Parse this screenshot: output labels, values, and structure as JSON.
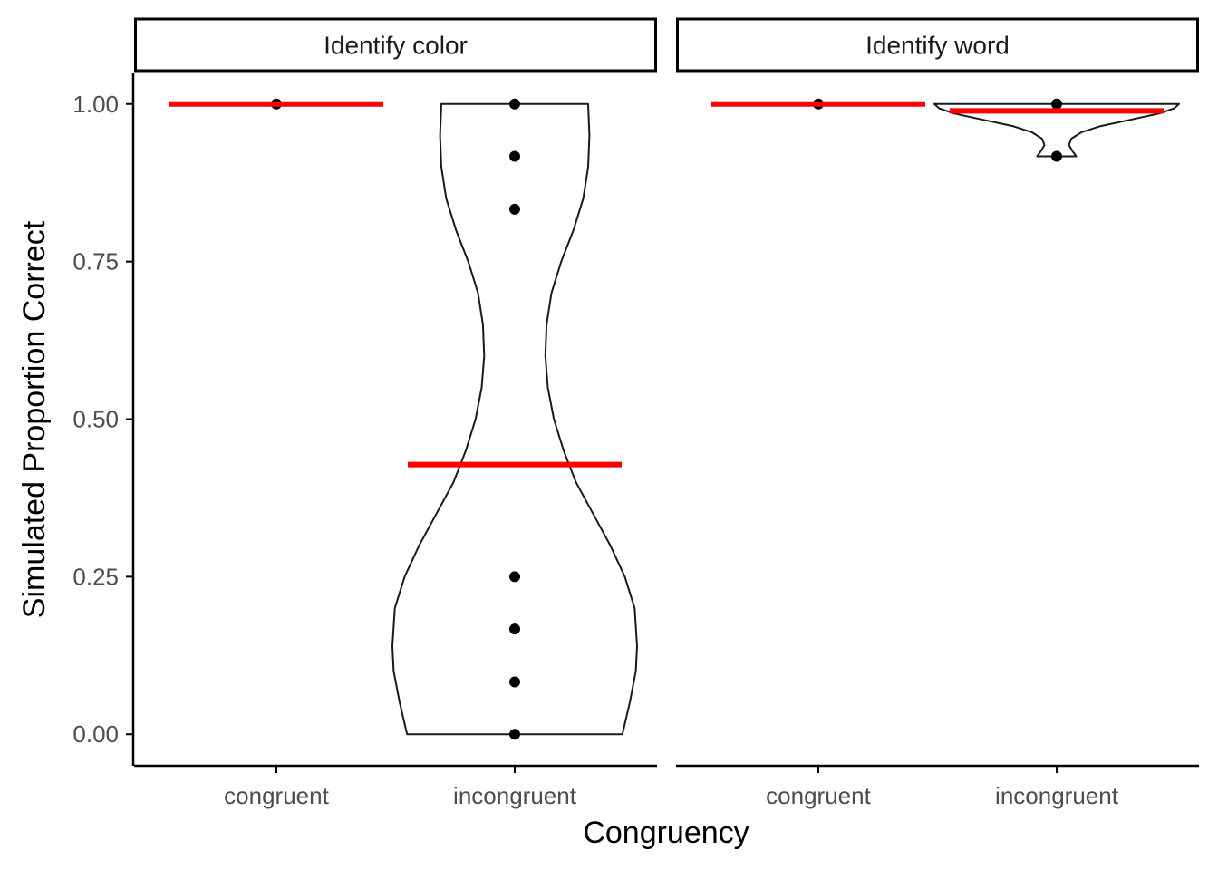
{
  "chart_data": {
    "type": "violin",
    "xlabel": "Congruency",
    "ylabel": "Simulated Proportion Correct",
    "ylim": [
      -0.05,
      1.05
    ],
    "yticks": [
      0,
      0.25,
      0.5,
      0.75,
      1
    ],
    "ytick_labels": [
      "0.00",
      "0.25",
      "0.50",
      "0.75",
      "1.00"
    ],
    "categories": [
      "congruent",
      "incongruent"
    ],
    "grid": false,
    "colors": {
      "mean_line": "#ff0000",
      "points": "#000000",
      "violin_outline": "#1a1a1a",
      "axis": "#000000"
    },
    "panels": [
      {
        "title": "Identify color",
        "groups": [
          {
            "category": "congruent",
            "points": [
              1.0
            ],
            "mean": 1.0,
            "violin": null
          },
          {
            "category": "incongruent",
            "points": [
              1.0,
              0.917,
              0.833,
              0.25,
              0.167,
              0.083,
              0.0
            ],
            "mean": 0.428,
            "violin": [
              [
                0.0,
                0.44
              ],
              [
                0.05,
                0.47
              ],
              [
                0.1,
                0.495
              ],
              [
                0.14,
                0.5
              ],
              [
                0.2,
                0.49
              ],
              [
                0.25,
                0.45
              ],
              [
                0.3,
                0.39
              ],
              [
                0.35,
                0.32
              ],
              [
                0.4,
                0.25
              ],
              [
                0.45,
                0.2
              ],
              [
                0.5,
                0.16
              ],
              [
                0.55,
                0.135
              ],
              [
                0.6,
                0.125
              ],
              [
                0.65,
                0.13
              ],
              [
                0.7,
                0.15
              ],
              [
                0.75,
                0.19
              ],
              [
                0.8,
                0.24
              ],
              [
                0.85,
                0.28
              ],
              [
                0.9,
                0.3
              ],
              [
                0.95,
                0.305
              ],
              [
                1.0,
                0.3
              ]
            ]
          }
        ]
      },
      {
        "title": "Identify word",
        "groups": [
          {
            "category": "congruent",
            "points": [
              1.0
            ],
            "mean": 1.0,
            "violin": null
          },
          {
            "category": "incongruent",
            "points": [
              1.0,
              0.917
            ],
            "mean": 0.989,
            "violin": [
              [
                0.917,
                0.08
              ],
              [
                0.925,
                0.065
              ],
              [
                0.935,
                0.05
              ],
              [
                0.945,
                0.06
              ],
              [
                0.955,
                0.1
              ],
              [
                0.965,
                0.18
              ],
              [
                0.975,
                0.3
              ],
              [
                0.985,
                0.42
              ],
              [
                0.993,
                0.48
              ],
              [
                1.0,
                0.5
              ]
            ]
          }
        ]
      }
    ]
  }
}
